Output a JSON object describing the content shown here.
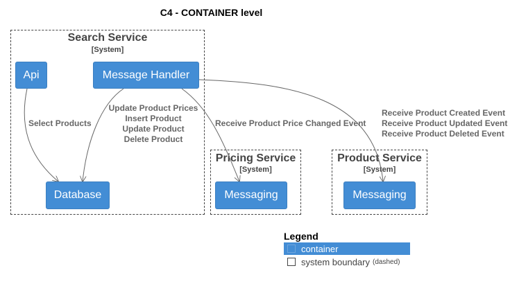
{
  "title": "C4 - CONTAINER level",
  "boundaries": {
    "search": {
      "name": "Search Service",
      "type": "[System]"
    },
    "pricing": {
      "name": "Pricing Service",
      "type": "[System]"
    },
    "product": {
      "name": "Product Service",
      "type": "[System]"
    }
  },
  "containers": {
    "api": "Api",
    "message_handler": "Message Handler",
    "database": "Database",
    "pricing_messaging": "Messaging",
    "product_messaging": "Messaging"
  },
  "relationships": {
    "select_products": "Select Products",
    "handler_to_db": [
      "Update Product Prices",
      "Insert Product",
      "Update Product",
      "Delete Product"
    ],
    "handler_to_pricing": "Receive Product Price Changed Event",
    "handler_to_product": [
      "Receive Product Created Event",
      "Receive Product Updated Event",
      "Receive Product Deleted Event"
    ]
  },
  "legend": {
    "title": "Legend",
    "container_label": "container",
    "boundary_label": "system boundary",
    "boundary_note": "(dashed)"
  },
  "colors": {
    "container_fill": "#438dd5",
    "container_text": "#ffffff",
    "boundary_stroke": "#444444",
    "edge_stroke": "#666666"
  }
}
